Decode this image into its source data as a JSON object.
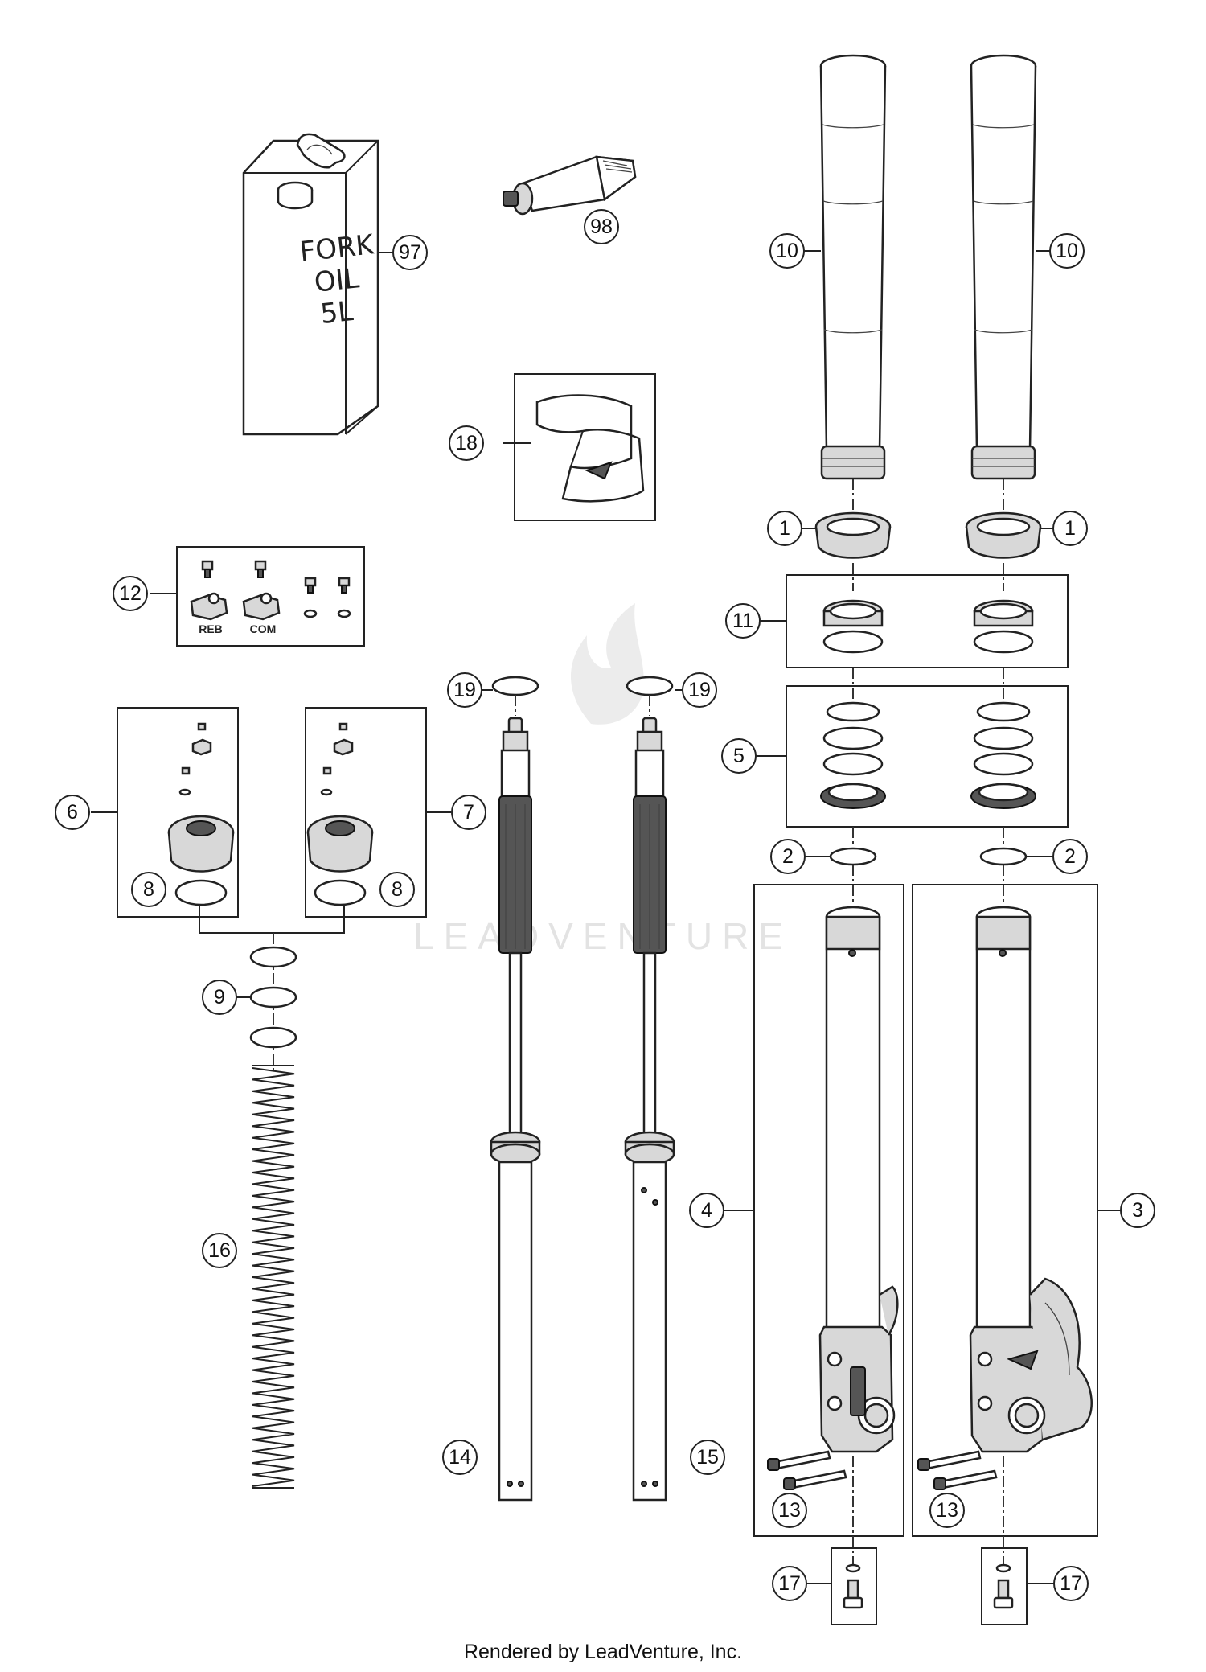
{
  "can_text": [
    "FORK",
    "OIL",
    "5L"
  ],
  "labels": {
    "reb": "REB",
    "com": "COM"
  },
  "watermark": "LEADVENTURE",
  "footer": "Rendered by LeadVenture, Inc.",
  "callouts": {
    "c1a": "1",
    "c1b": "1",
    "c2a": "2",
    "c2b": "2",
    "c3": "3",
    "c4": "4",
    "c5": "5",
    "c6": "6",
    "c7": "7",
    "c8a": "8",
    "c8b": "8",
    "c9": "9",
    "c10a": "10",
    "c10b": "10",
    "c11": "11",
    "c12": "12",
    "c13a": "13",
    "c13b": "13",
    "c14": "14",
    "c15": "15",
    "c16": "16",
    "c17a": "17",
    "c17b": "17",
    "c18": "18",
    "c19a": "19",
    "c19b": "19",
    "c97": "97",
    "c98": "98"
  }
}
